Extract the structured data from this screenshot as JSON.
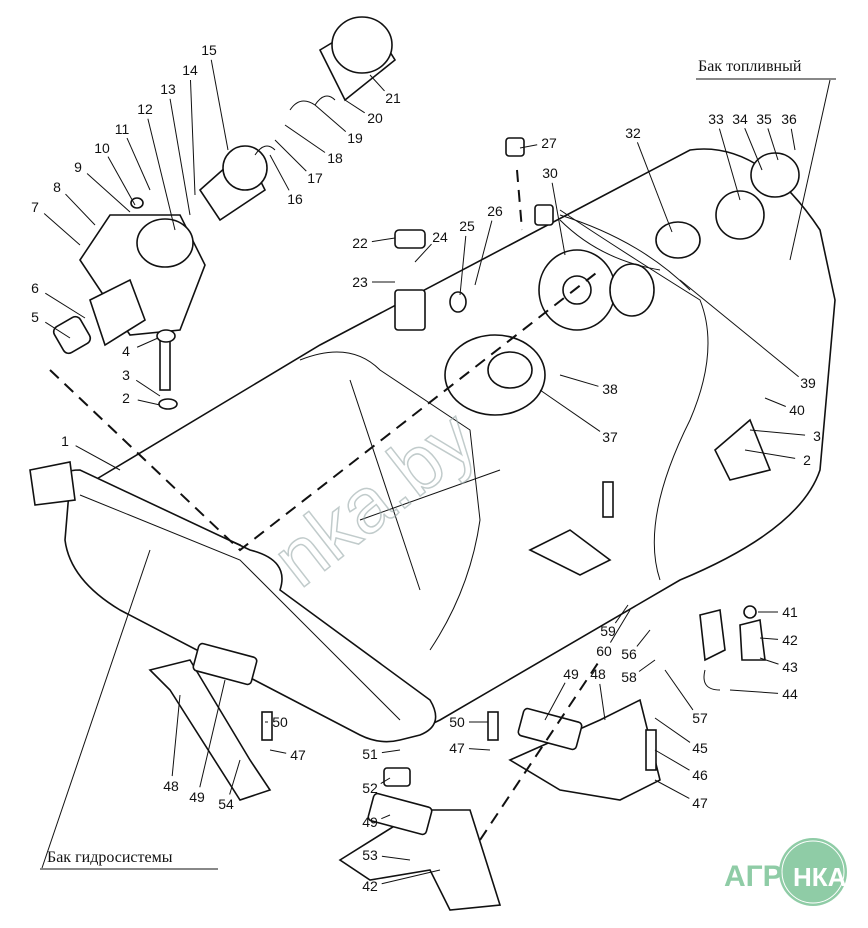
{
  "titles": {
    "fuel_tank": "Бак топливный",
    "hydraulic_tank": "Бак гидросистемы"
  },
  "watermark": "nka.by",
  "logo": {
    "left": "АГРО",
    "right": "НКА",
    "color": "#8fcca6"
  },
  "callouts": [
    "1",
    "2",
    "3",
    "4",
    "5",
    "6",
    "7",
    "8",
    "9",
    "10",
    "11",
    "12",
    "13",
    "14",
    "15",
    "16",
    "17",
    "18",
    "19",
    "20",
    "21",
    "22",
    "23",
    "24",
    "25",
    "26",
    "27",
    "30",
    "32",
    "33",
    "34",
    "35",
    "36",
    "37",
    "38",
    "39",
    "40",
    "3",
    "2",
    "41",
    "42",
    "43",
    "44",
    "45",
    "46",
    "47",
    "57",
    "56",
    "58",
    "59",
    "60",
    "49",
    "48",
    "50",
    "47",
    "51",
    "52",
    "49",
    "53",
    "42",
    "50",
    "47",
    "48",
    "49",
    "54"
  ]
}
